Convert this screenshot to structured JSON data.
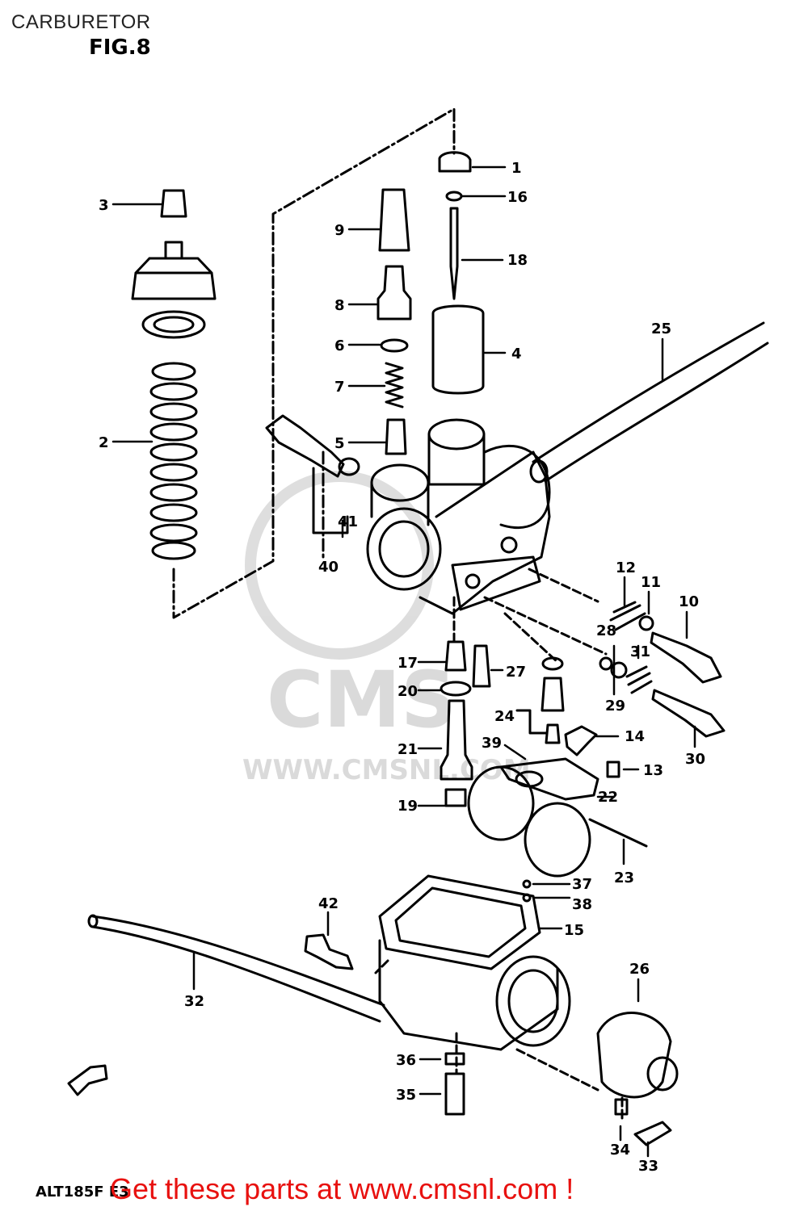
{
  "header": {
    "title": "CARBURETOR",
    "figure": "FIG.8"
  },
  "footer": {
    "model_code": "ALT185F E3",
    "promo": "Get these parts at www.cmsnl.com !"
  },
  "watermark": {
    "logo": "CMS",
    "url": "WWW.CMSNL.COM"
  },
  "colors": {
    "promo_text": "#e8110f",
    "line_art": "#000000",
    "watermark": "#d6d6d6"
  },
  "callouts": [
    "1",
    "2",
    "3",
    "4",
    "5",
    "6",
    "7",
    "8",
    "9",
    "10",
    "11",
    "12",
    "13",
    "14",
    "15",
    "16",
    "17",
    "18",
    "19",
    "20",
    "21",
    "22",
    "23",
    "24",
    "25",
    "26",
    "27",
    "28",
    "29",
    "30",
    "31",
    "32",
    "33",
    "34",
    "35",
    "36",
    "37",
    "38",
    "39",
    "40",
    "41",
    "42"
  ]
}
